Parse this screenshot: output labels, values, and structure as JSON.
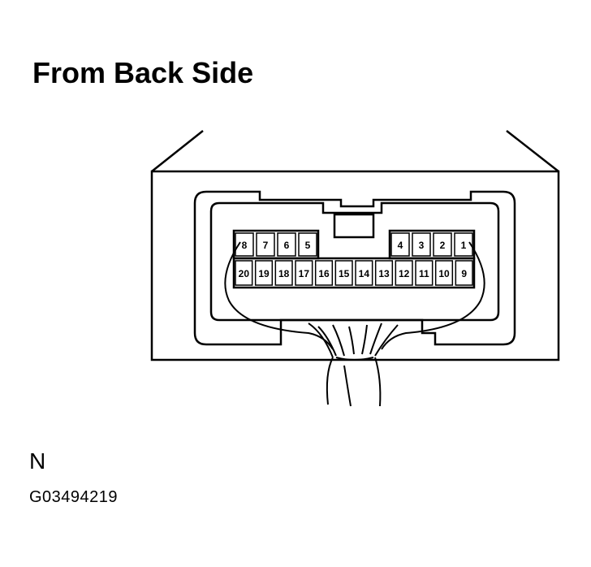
{
  "title": "From Back Side",
  "connector_label": "N",
  "figure_code": "G03494219",
  "pins": {
    "top_row_left": [
      "8",
      "7",
      "6",
      "5"
    ],
    "top_row_right": [
      "4",
      "3",
      "2",
      "1"
    ],
    "bottom_row": [
      "20",
      "19",
      "18",
      "17",
      "16",
      "15",
      "14",
      "13",
      "12",
      "11",
      "10",
      "9"
    ]
  },
  "colors": {
    "line": "#000000",
    "background": "#ffffff"
  }
}
